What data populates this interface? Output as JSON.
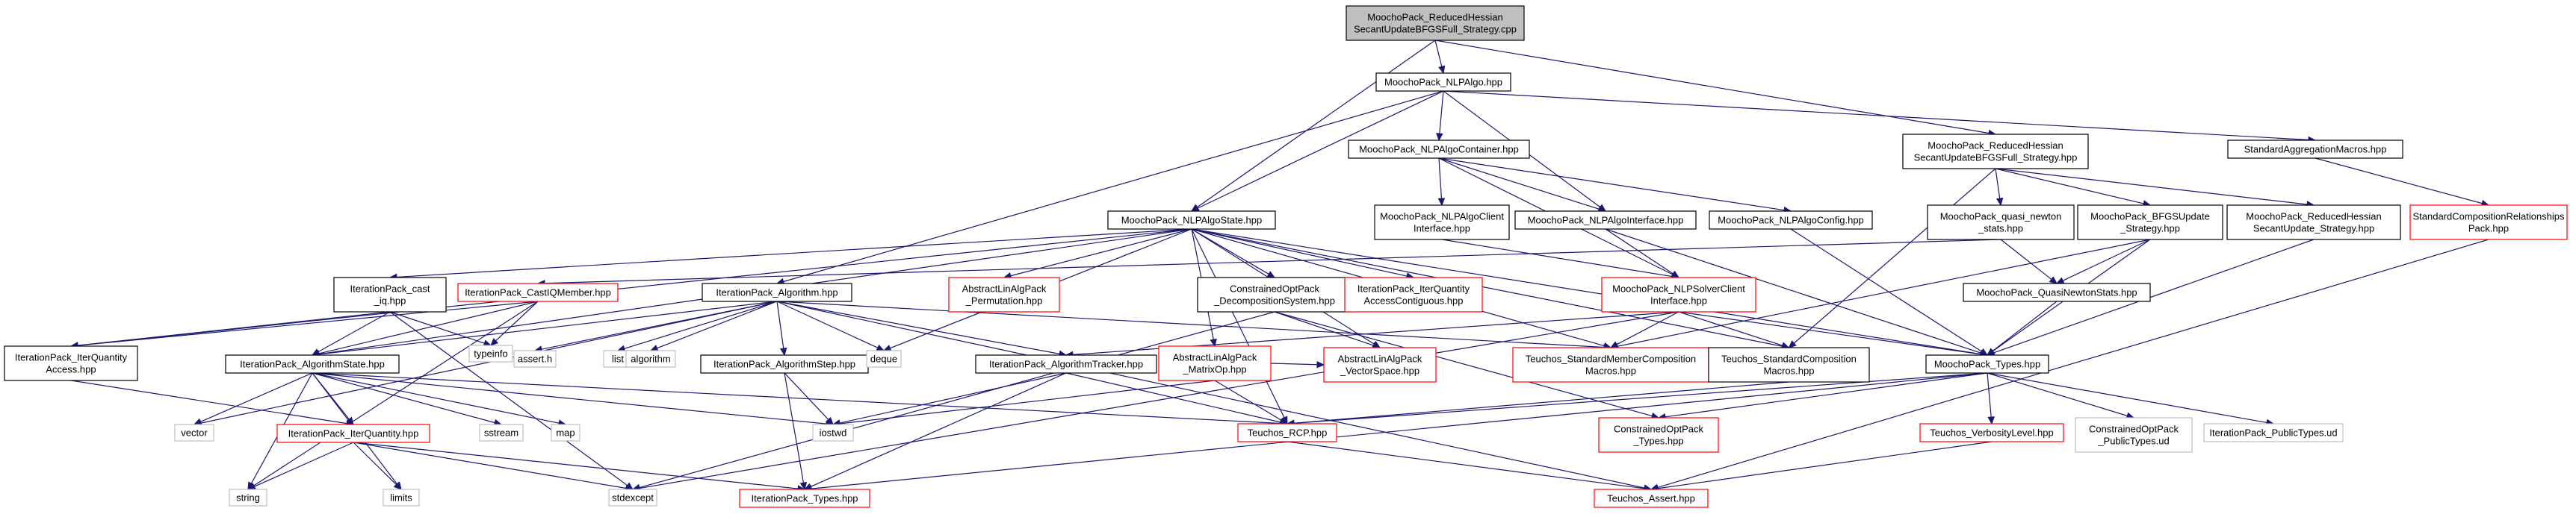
{
  "colors": {
    "normal": "#000000",
    "linked": "#ff0000",
    "unlinked": "#bfbfbf",
    "root_fill": "#bfbfbf",
    "edge": "#191970"
  },
  "nodes": [
    {
      "id": "root",
      "lines": [
        "MoochoPack_ReducedHessian",
        "SecantUpdateBFGSFull_Strategy.cpp"
      ],
      "kind": "root"
    },
    {
      "id": "nlpalgo",
      "lines": [
        "MoochoPack_NLPAlgo.hpp"
      ],
      "kind": "normal"
    },
    {
      "id": "rhsu_bfgs_full",
      "lines": [
        "MoochoPack_ReducedHessian",
        "SecantUpdateBFGSFull_Strategy.hpp"
      ],
      "kind": "normal"
    },
    {
      "id": "nlpalgocontainer",
      "lines": [
        "MoochoPack_NLPAlgoContainer.hpp"
      ],
      "kind": "normal"
    },
    {
      "id": "stdaggmacros",
      "lines": [
        "StandardAggregationMacros.hpp"
      ],
      "kind": "normal"
    },
    {
      "id": "nlpalgostate",
      "lines": [
        "MoochoPack_NLPAlgoState.hpp"
      ],
      "kind": "normal"
    },
    {
      "id": "nlpalgoclientif",
      "lines": [
        "MoochoPack_NLPAlgoClient",
        "Interface.hpp"
      ],
      "kind": "normal"
    },
    {
      "id": "nlpalgoif",
      "lines": [
        "MoochoPack_NLPAlgoInterface.hpp"
      ],
      "kind": "normal"
    },
    {
      "id": "nlpalgoconfig",
      "lines": [
        "MoochoPack_NLPAlgoConfig.hpp"
      ],
      "kind": "normal"
    },
    {
      "id": "quasinewton",
      "lines": [
        "MoochoPack_quasi_newton",
        "_stats.hpp"
      ],
      "kind": "normal"
    },
    {
      "id": "bfgsupdate",
      "lines": [
        "MoochoPack_BFGSUpdate",
        "_Strategy.hpp"
      ],
      "kind": "normal"
    },
    {
      "id": "rhsu_strategy",
      "lines": [
        "MoochoPack_ReducedHessian",
        "SecantUpdate_Strategy.hpp"
      ],
      "kind": "normal"
    },
    {
      "id": "stdcomprel",
      "lines": [
        "StandardCompositionRelationships",
        "Pack.hpp"
      ],
      "kind": "linked"
    },
    {
      "id": "castiq",
      "lines": [
        "IterationPack_cast",
        "_iq.hpp"
      ],
      "kind": "normal"
    },
    {
      "id": "castiqmember",
      "lines": [
        "IterationPack_CastIQMember.hpp"
      ],
      "kind": "linked"
    },
    {
      "id": "algorithm",
      "lines": [
        "IterationPack_Algorithm.hpp"
      ],
      "kind": "normal"
    },
    {
      "id": "abslinalg_perm",
      "lines": [
        "AbstractLinAlgPack",
        "_Permutation.hpp"
      ],
      "kind": "linked"
    },
    {
      "id": "constrained_decomp",
      "lines": [
        "ConstrainedOptPack",
        "_DecompositionSystem.hpp"
      ],
      "kind": "normal"
    },
    {
      "id": "iterqty_access_contig",
      "lines": [
        "IterationPack_IterQuantity",
        "AccessContiguous.hpp"
      ],
      "kind": "linked"
    },
    {
      "id": "nlpsolverclientif",
      "lines": [
        "MoochoPack_NLPSolverClient",
        "Interface.hpp"
      ],
      "kind": "linked"
    },
    {
      "id": "quasinewtonstats",
      "lines": [
        "MoochoPack_QuasiNewtonStats.hpp"
      ],
      "kind": "normal"
    },
    {
      "id": "iterqty_access",
      "lines": [
        "IterationPack_IterQuantity",
        "Access.hpp"
      ],
      "kind": "normal"
    },
    {
      "id": "typeinfo",
      "lines": [
        "typeinfo"
      ],
      "kind": "unlinked"
    },
    {
      "id": "asserth",
      "lines": [
        "assert.h"
      ],
      "kind": "unlinked"
    },
    {
      "id": "list",
      "lines": [
        "list"
      ],
      "kind": "unlinked"
    },
    {
      "id": "algorithm_std",
      "lines": [
        "algorithm"
      ],
      "kind": "unlinked"
    },
    {
      "id": "algorithmstep",
      "lines": [
        "IterationPack_AlgorithmStep.hpp"
      ],
      "kind": "normal"
    },
    {
      "id": "deque",
      "lines": [
        "deque"
      ],
      "kind": "unlinked"
    },
    {
      "id": "algorithmtracker",
      "lines": [
        "IterationPack_AlgorithmTracker.hpp"
      ],
      "kind": "normal"
    },
    {
      "id": "abslinalg_matrixop",
      "lines": [
        "AbstractLinAlgPack",
        "_MatrixOp.hpp"
      ],
      "kind": "linked"
    },
    {
      "id": "abslinalg_vecspace",
      "lines": [
        "AbstractLinAlgPack",
        "_VectorSpace.hpp"
      ],
      "kind": "linked"
    },
    {
      "id": "teuchos_stdmember",
      "lines": [
        "Teuchos_StandardMemberComposition",
        "Macros.hpp"
      ],
      "kind": "linked"
    },
    {
      "id": "teuchos_stdcomp",
      "lines": [
        "Teuchos_StandardComposition",
        "Macros.hpp"
      ],
      "kind": "normal"
    },
    {
      "id": "moocho_types",
      "lines": [
        "MoochoPack_Types.hpp"
      ],
      "kind": "normal"
    },
    {
      "id": "algorithmstate",
      "lines": [
        "IterationPack_AlgorithmState.hpp"
      ],
      "kind": "normal"
    },
    {
      "id": "vector",
      "lines": [
        "vector"
      ],
      "kind": "unlinked"
    },
    {
      "id": "iterquantity",
      "lines": [
        "IterationPack_IterQuantity.hpp"
      ],
      "kind": "linked"
    },
    {
      "id": "sstream",
      "lines": [
        "sstream"
      ],
      "kind": "unlinked"
    },
    {
      "id": "map",
      "lines": [
        "map"
      ],
      "kind": "unlinked"
    },
    {
      "id": "iostwd",
      "lines": [
        "iostwd"
      ],
      "kind": "unlinked"
    },
    {
      "id": "teuchos_rcp",
      "lines": [
        "Teuchos_RCP.hpp"
      ],
      "kind": "linked"
    },
    {
      "id": "constrained_types",
      "lines": [
        "ConstrainedOptPack",
        "_Types.hpp"
      ],
      "kind": "linked"
    },
    {
      "id": "teuchos_verbosity",
      "lines": [
        "Teuchos_VerbosityLevel.hpp"
      ],
      "kind": "linked"
    },
    {
      "id": "constrained_public",
      "lines": [
        "ConstrainedOptPack",
        "_PublicTypes.ud"
      ],
      "kind": "unlinked"
    },
    {
      "id": "iteration_public",
      "lines": [
        "IterationPack_PublicTypes.ud"
      ],
      "kind": "unlinked"
    },
    {
      "id": "string",
      "lines": [
        "string"
      ],
      "kind": "unlinked"
    },
    {
      "id": "limits",
      "lines": [
        "limits"
      ],
      "kind": "unlinked"
    },
    {
      "id": "stdexcept",
      "lines": [
        "stdexcept"
      ],
      "kind": "unlinked"
    },
    {
      "id": "iteration_types",
      "lines": [
        "IterationPack_Types.hpp"
      ],
      "kind": "linked"
    },
    {
      "id": "teuchos_assert",
      "lines": [
        "Teuchos_Assert.hpp"
      ],
      "kind": "linked"
    }
  ],
  "edges": [
    [
      "root",
      "nlpalgo"
    ],
    [
      "root",
      "rhsu_bfgs_full"
    ],
    [
      "root",
      "nlpalgostate"
    ],
    [
      "nlpalgo",
      "nlpalgocontainer"
    ],
    [
      "nlpalgo",
      "stdaggmacros"
    ],
    [
      "nlpalgo",
      "nlpalgostate"
    ],
    [
      "nlpalgo",
      "nlpalgoif"
    ],
    [
      "nlpalgo",
      "algorithm"
    ],
    [
      "rhsu_bfgs_full",
      "quasinewton"
    ],
    [
      "rhsu_bfgs_full",
      "bfgsupdate"
    ],
    [
      "rhsu_bfgs_full",
      "rhsu_strategy"
    ],
    [
      "rhsu_bfgs_full",
      "teuchos_stdcomp"
    ],
    [
      "stdaggmacros",
      "stdcomprel"
    ],
    [
      "stdcomprel",
      "teuchos_assert"
    ],
    [
      "nlpalgocontainer",
      "nlpalgoclientif"
    ],
    [
      "nlpalgocontainer",
      "nlpalgoif"
    ],
    [
      "nlpalgocontainer",
      "nlpalgoconfig"
    ],
    [
      "nlpalgocontainer",
      "nlpsolverclientif"
    ],
    [
      "nlpalgoclientif",
      "nlpsolverclientif"
    ],
    [
      "nlpalgoif",
      "nlpsolverclientif"
    ],
    [
      "nlpalgoif",
      "moocho_types"
    ],
    [
      "nlpalgoconfig",
      "moocho_types"
    ],
    [
      "quasinewton",
      "quasinewtonstats"
    ],
    [
      "quasinewton",
      "castiqmember"
    ],
    [
      "bfgsupdate",
      "quasinewtonstats"
    ],
    [
      "bfgsupdate",
      "teuchos_stdmember"
    ],
    [
      "bfgsupdate",
      "moocho_types"
    ],
    [
      "rhsu_strategy",
      "moocho_types"
    ],
    [
      "quasinewtonstats",
      "moocho_types"
    ],
    [
      "nlpalgostate",
      "castiq"
    ],
    [
      "nlpalgostate",
      "abslinalg_perm"
    ],
    [
      "nlpalgostate",
      "constrained_decomp"
    ],
    [
      "nlpalgostate",
      "iterqty_access_contig"
    ],
    [
      "nlpalgostate",
      "iterqty_access"
    ],
    [
      "nlpalgostate",
      "algorithmstate"
    ],
    [
      "nlpalgostate",
      "deque"
    ],
    [
      "nlpalgostate",
      "abslinalg_matrixop"
    ],
    [
      "nlpalgostate",
      "abslinalg_vecspace"
    ],
    [
      "nlpalgostate",
      "teuchos_stdmember"
    ],
    [
      "nlpalgostate",
      "teuchos_stdcomp"
    ],
    [
      "nlpalgostate",
      "moocho_types"
    ],
    [
      "nlpalgostate",
      "teuchos_rcp"
    ],
    [
      "castiq",
      "iterqty_access"
    ],
    [
      "castiq",
      "algorithmstate"
    ],
    [
      "castiq",
      "typeinfo"
    ],
    [
      "castiq",
      "stdexcept"
    ],
    [
      "castiqmember",
      "iterqty_access"
    ],
    [
      "castiqmember",
      "typeinfo"
    ],
    [
      "castiqmember",
      "algorithmstate"
    ],
    [
      "castiqmember",
      "string"
    ],
    [
      "algorithm",
      "algorithmstate"
    ],
    [
      "algorithm",
      "asserth"
    ],
    [
      "algorithm",
      "list"
    ],
    [
      "algorithm",
      "algorithm_std"
    ],
    [
      "algorithm",
      "algorithmstep"
    ],
    [
      "algorithm",
      "deque"
    ],
    [
      "algorithm",
      "algorithmtracker"
    ],
    [
      "algorithm",
      "teuchos_stdmember"
    ],
    [
      "algorithm",
      "vector"
    ],
    [
      "algorithm",
      "teuchos_assert"
    ],
    [
      "constrained_decomp",
      "abslinalg_vecspace"
    ],
    [
      "constrained_decomp",
      "constrained_types"
    ],
    [
      "constrained_decomp",
      "stdexcept"
    ],
    [
      "nlpsolverclientif",
      "teuchos_stdmember"
    ],
    [
      "nlpsolverclientif",
      "teuchos_stdcomp"
    ],
    [
      "nlpsolverclientif",
      "moocho_types"
    ],
    [
      "nlpsolverclientif",
      "algorithmtracker"
    ],
    [
      "nlpsolverclientif",
      "stdexcept"
    ],
    [
      "iterqty_access",
      "iterquantity"
    ],
    [
      "algorithmstep",
      "iostwd"
    ],
    [
      "algorithmstep",
      "iteration_types"
    ],
    [
      "algorithmtracker",
      "iostwd"
    ],
    [
      "algorithmtracker",
      "teuchos_rcp"
    ],
    [
      "algorithmtracker",
      "iteration_types"
    ],
    [
      "abslinalg_matrixop",
      "abslinalg_vecspace"
    ],
    [
      "abslinalg_matrixop",
      "iostwd"
    ],
    [
      "abslinalg_matrixop",
      "teuchos_rcp"
    ],
    [
      "teuchos_stdcomp",
      "teuchos_rcp"
    ],
    [
      "moocho_types",
      "teuchos_rcp"
    ],
    [
      "moocho_types",
      "constrained_types"
    ],
    [
      "moocho_types",
      "teuchos_verbosity"
    ],
    [
      "moocho_types",
      "constrained_public"
    ],
    [
      "moocho_types",
      "iteration_public"
    ],
    [
      "moocho_types",
      "iteration_types"
    ],
    [
      "algorithmstate",
      "vector"
    ],
    [
      "algorithmstate",
      "iterquantity"
    ],
    [
      "algorithmstate",
      "sstream"
    ],
    [
      "algorithmstate",
      "map"
    ],
    [
      "algorithmstate",
      "iostwd"
    ],
    [
      "algorithmstate",
      "teuchos_rcp"
    ],
    [
      "algorithmstate",
      "string"
    ],
    [
      "algorithmstate",
      "limits"
    ],
    [
      "iterquantity",
      "string"
    ],
    [
      "iterquantity",
      "limits"
    ],
    [
      "iterquantity",
      "stdexcept"
    ],
    [
      "iterquantity",
      "iteration_types"
    ],
    [
      "teuchos_rcp",
      "teuchos_assert"
    ],
    [
      "teuchos_verbosity",
      "teuchos_assert"
    ]
  ]
}
